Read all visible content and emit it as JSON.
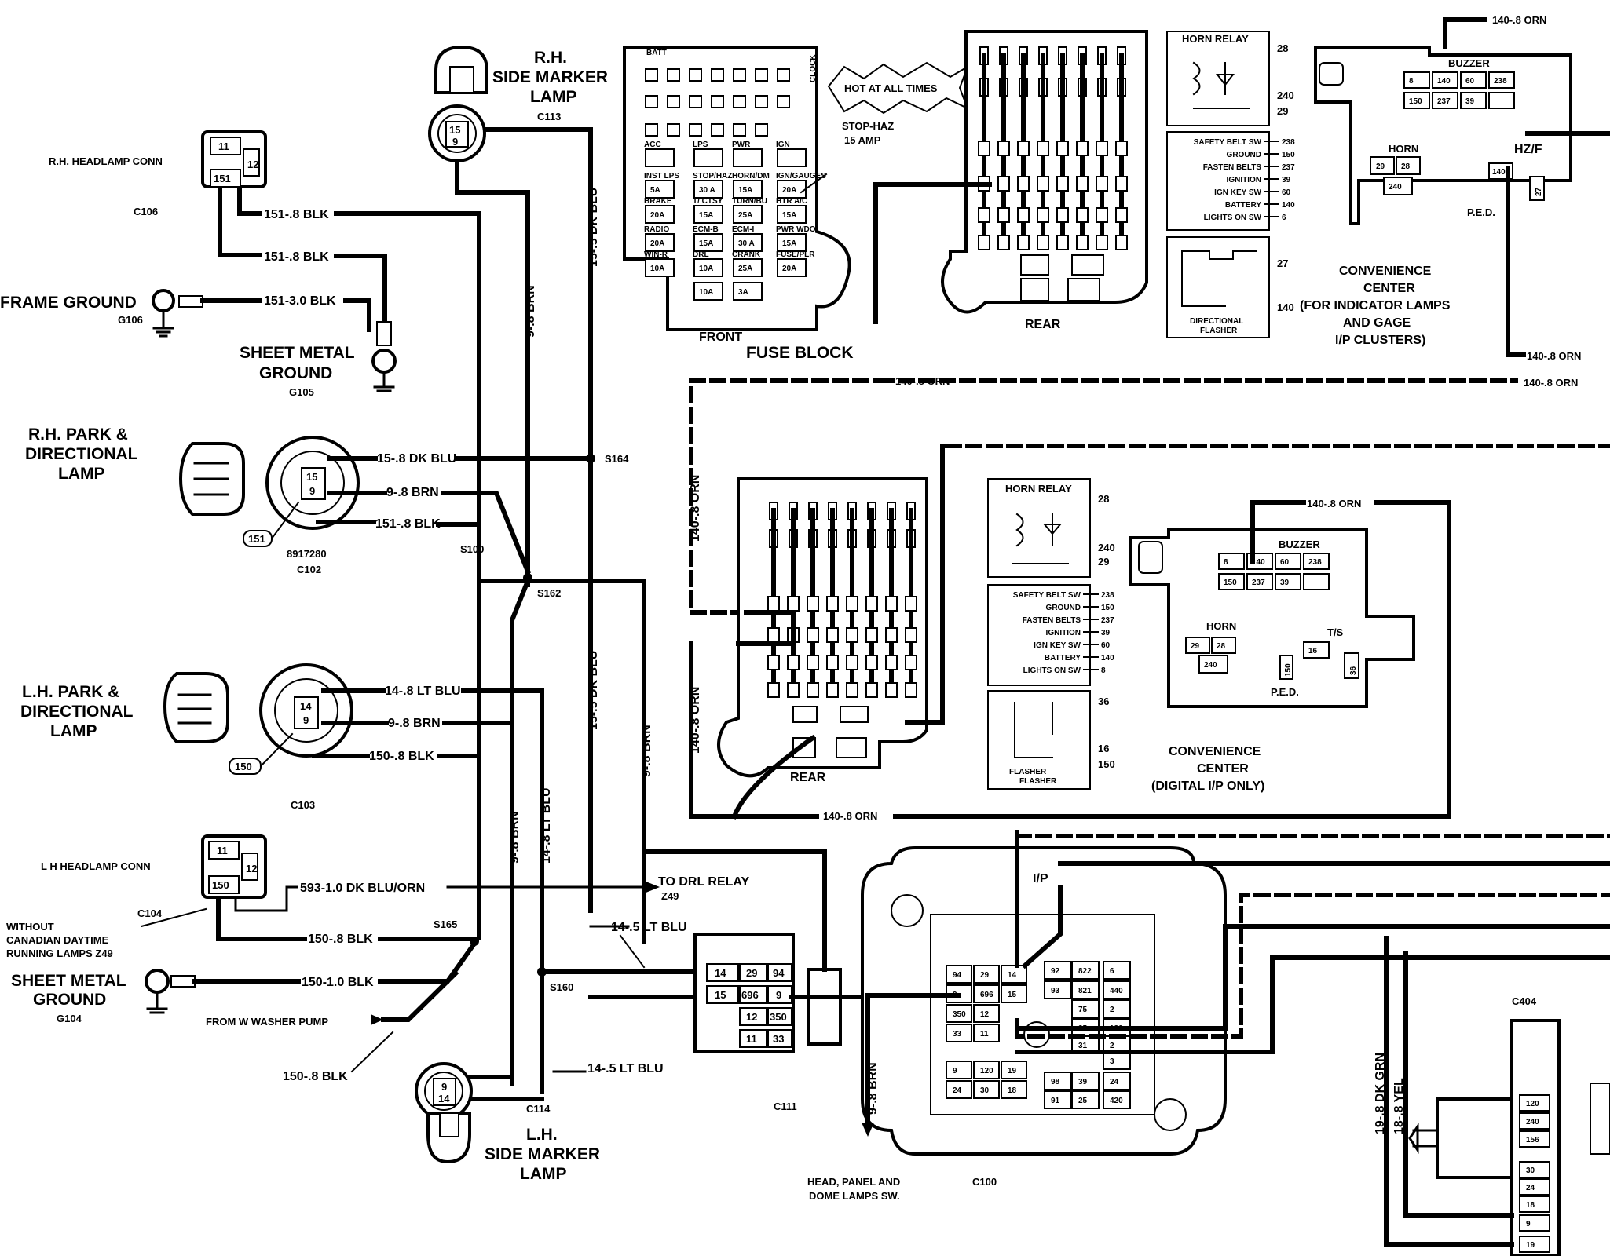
{
  "components": {
    "rh_side_marker": "R.H.\nSIDE MARKER\nLAMP",
    "lh_side_marker": "L.H.\nSIDE MARKER\nLAMP",
    "rh_headlamp_conn": "R.H. HEADLAMP CONN",
    "lh_headlamp_conn": "L H HEADLAMP CONN",
    "frame_ground": "FRAME GROUND",
    "sheet_metal_ground_g105": "SHEET METAL\nGROUND",
    "sheet_metal_ground_g104": "SHEET METAL\nGROUND",
    "rh_park_lamp": "R.H. PARK &\nDIRECTIONAL\nLAMP",
    "lh_park_lamp": "L.H. PARK &\nDIRECTIONAL\nLAMP",
    "fuse_block": "FUSE BLOCK",
    "front": "FRONT",
    "rear": "REAR",
    "hot_at_all_times": "HOT AT ALL TIMES",
    "stop_haz": "STOP-HAZ\n15 AMP",
    "horn_relay": "HORN RELAY",
    "directional_flasher": "DIRECTIONAL\nFLASHER",
    "convenience_center_1": "CONVENIENCE\nCENTER\n(FOR INDICATOR LAMPS\nAND GAGE\nI/P CLUSTERS)",
    "convenience_center_2": "CONVENIENCE\nCENTER\n(DIGITAL I/P ONLY)",
    "buzzer": "BUZZER",
    "horn": "HORN",
    "ped": "P.E.D.",
    "hz_f": "HZ/F",
    "ts": "T/S",
    "to_drl_relay": "TO DRL RELAY",
    "z49": "Z49",
    "without_canadian": "WITHOUT\nCANADIAN DAYTIME\nRUNNING LAMPS Z49",
    "from_washer_pump": "FROM W  WASHER PUMP",
    "head_panel_dome": "HEAD, PANEL AND\nDOME LAMPS SW.",
    "ip": "I/P"
  },
  "connectors": {
    "c106": "C106",
    "c113": "C113",
    "c102": "C102",
    "c102_part": "8917280",
    "c103": "C103",
    "c104": "C104",
    "c114": "C114",
    "c111": "C111",
    "c100": "C100",
    "c404": "C404",
    "g106": "G106",
    "g105": "G105",
    "g104": "G104",
    "s164": "S164",
    "s100": "S100",
    "s162": "S162",
    "s165": "S165",
    "s160": "S160"
  },
  "wires": {
    "w151_8_blk_a": "151-.8 BLK",
    "w151_8_blk_b": "151-.8 BLK",
    "w151_3_blk": "151-3.0 BLK",
    "w15_dk_blu": "15-.8 DK BLU",
    "w9_brn_rh": "9-.8 BRN",
    "w151_8_blk_c": "151-.8 BLK",
    "w14_lt_blu": "14-.8 LT BLU",
    "w9_brn_lh": "9-.8 BRN",
    "w150_blk_a": "150-.8 BLK",
    "w593": "593-1.0 DK BLU/ORN",
    "w150_blk_b": "150-.8 BLK",
    "w150_1_blk": "150-1.0 BLK",
    "w150_blk_c": "150-.8 BLK",
    "w14_5_lt_blu_a": "14-.5 LT BLU",
    "w14_5_lt_blu_b": "14-.5 LT BLU",
    "v9_brn_1": "9-.8 BRN",
    "v15_5_dk_blu_1": "15-.5 DK BLU",
    "v15_5_dk_blu_2": "15-.5 DK BLU",
    "v9_brn_2": "9-.8 BRN",
    "v9_brn_3": "9-.8 BRN",
    "v14_lt_blu": "14-.8 LT BLU",
    "v140_orn_a": "140-.8 ORN",
    "v140_orn_b": "140-.8 ORN",
    "v9_brn_head": "9-.8 BRN",
    "v19_dk_grn": "19-.8 DK GRN",
    "v18_yel": "18-.8 YEL",
    "h140_orn_top": "140-.8 ORN",
    "h140_orn_mid": "140-.8 ORN",
    "h140_orn_r1": "140-.8 ORN",
    "h140_orn_r2": "140-.8 ORN",
    "h140_orn_cc2": "140-.8 ORN",
    "h140_orn_bottom": "140-.8 ORN"
  },
  "pins": {
    "rh_head": [
      "11",
      "12",
      "151"
    ],
    "lh_head": [
      "11",
      "12",
      "150"
    ],
    "rh_marker": [
      "15",
      "9"
    ],
    "lh_marker": [
      "9",
      "14"
    ],
    "rh_park": [
      "15",
      "9",
      "151"
    ],
    "lh_park": [
      "14",
      "9",
      "150"
    ],
    "relay_pins": [
      "28",
      "240",
      "29"
    ],
    "flasher_pins_1": [
      "27",
      "140"
    ],
    "flasher_pins_2": [
      "36",
      "16",
      "150"
    ],
    "c111": [
      "14",
      "29",
      "94",
      "15",
      "696",
      "9",
      "12",
      "350",
      "11",
      "33"
    ],
    "c100_left": [
      "94",
      "29",
      "14",
      "9",
      "696",
      "15",
      "350",
      "12",
      "33",
      "11",
      "9",
      "120",
      "19",
      "24",
      "30",
      "18"
    ],
    "c100_right": [
      "92",
      "822",
      "6",
      "93",
      "821",
      "440",
      "75",
      "2",
      "35",
      "120",
      "31",
      "2",
      "3",
      "98",
      "39",
      "24",
      "91",
      "25",
      "420"
    ],
    "c404": [
      "120",
      "240",
      "156",
      "156",
      "240",
      "30",
      "24",
      "18",
      "9",
      "19"
    ],
    "ped_top": [
      "8",
      "140",
      "60",
      "238",
      "150",
      "237",
      "39"
    ],
    "ped_horn": [
      "29",
      "28",
      "240"
    ],
    "ped_extra": [
      "27",
      "140",
      "150",
      "16",
      "36"
    ]
  },
  "inline_legends": {
    "safety_list": [
      "SAFETY BELT SW",
      "GROUND",
      "FASTEN BELTS",
      "IGNITION",
      "IGN KEY SW",
      "BATTERY",
      "LIGHTS ON SW"
    ],
    "safety_nums": [
      "238",
      "150",
      "237",
      "39",
      "60",
      "140",
      "6"
    ],
    "safety_nums_2": [
      "238",
      "150",
      "237",
      "39",
      "60",
      "140",
      "8"
    ]
  },
  "fuse_labels": {
    "top": [
      "BATT",
      "CLOCK"
    ],
    "row": [
      "ACC",
      "LPS",
      "PWR",
      "IGN",
      "INST LPS",
      "STOP/HAZ",
      "HORN/DM",
      "IGN/GAUGES",
      "BRAKE",
      "T/ CTSY",
      "TURN/BU",
      "HTR A/C",
      "RADIO",
      "ECM-B",
      "ECM-I",
      "PWR WDO",
      "WIN-R",
      "DRL",
      "CRANK",
      "FUSE/PLR"
    ],
    "ratings": [
      "5A",
      "30\nA",
      "15A",
      "20A",
      "20A",
      "15A",
      "25A",
      "15A",
      "20A",
      "15A",
      "30\nA",
      "15A",
      "10A",
      "10A",
      "25A",
      "20A",
      "10A",
      "3A"
    ]
  }
}
